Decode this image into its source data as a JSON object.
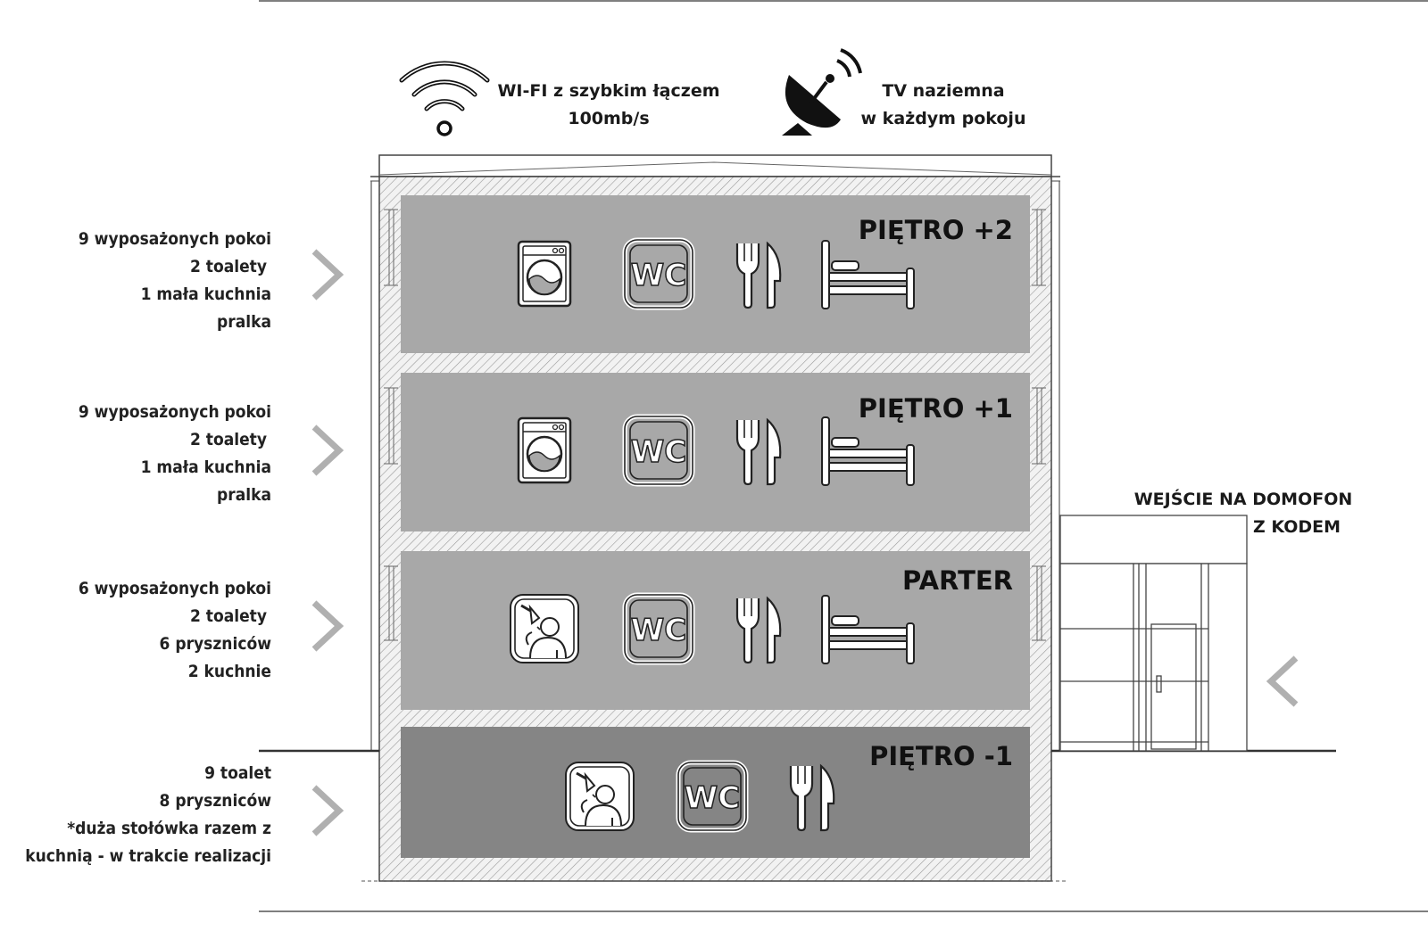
{
  "top_features": [
    {
      "icon": "wifi-icon",
      "lines": [
        "WI-FI z szybkim łączem",
        "100mb/s"
      ]
    },
    {
      "icon": "satellite-dish-icon",
      "lines": [
        "TV naziemna",
        "w każdym pokoju"
      ]
    }
  ],
  "entrance": {
    "lines": [
      "WEJŚCIE NA DOMOFON",
      "Z KODEM"
    ]
  },
  "floors": [
    {
      "key": "p2",
      "label": "PIĘTRO +2",
      "info": [
        "9 wyposażonych pokoi",
        "2 toalety",
        "1 mała kuchnia",
        "pralka"
      ],
      "icons": [
        "washing-machine-icon",
        "wc-icon",
        "fork-knife-icon",
        "bed-icon"
      ]
    },
    {
      "key": "p1",
      "label": "PIĘTRO +1",
      "info": [
        "9 wyposażonych pokoi",
        "2 toalety",
        "1 mała kuchnia",
        "pralka"
      ],
      "icons": [
        "washing-machine-icon",
        "wc-icon",
        "fork-knife-icon",
        "bed-icon"
      ]
    },
    {
      "key": "p0",
      "label": "PARTER",
      "info": [
        "6 wyposażonych pokoi",
        "2 toalety",
        "6 pryszniców",
        "2 kuchnie"
      ],
      "icons": [
        "shower-icon",
        "wc-icon",
        "fork-knife-icon",
        "bed-icon"
      ]
    },
    {
      "key": "pm1",
      "label": "PIĘTRO -1",
      "info": [
        "9 toalet",
        "8 pryszniców",
        "*duża stołówka razem z",
        "kuchnią - w trakcie realizacji"
      ],
      "icons": [
        "shower-icon",
        "wc-icon",
        "fork-knife-icon"
      ]
    }
  ],
  "wc_text": "WC",
  "colors": {
    "floor_fill": "#a8a8a8",
    "basement_fill": "#858585",
    "hatch": "#9a9a9a",
    "arrow": "#b0b0b0"
  }
}
